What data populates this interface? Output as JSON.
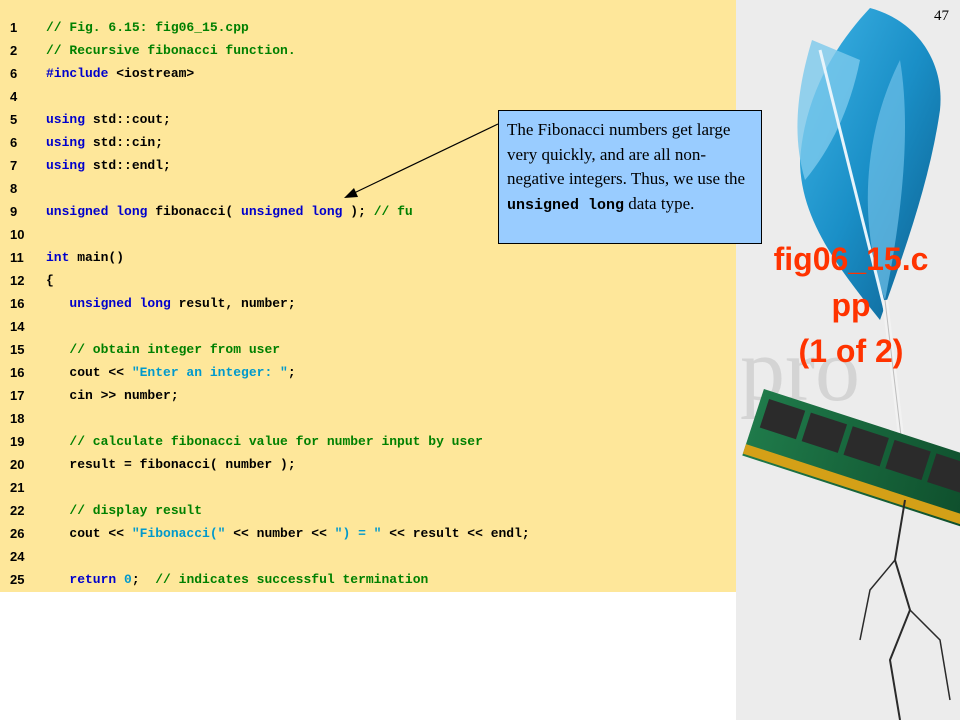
{
  "slide": {
    "number": "47",
    "side_title": {
      "line1": "fig06_15.c",
      "line2": "pp",
      "line3": "(1 of 2)"
    }
  },
  "callout": {
    "text_1": "The Fibonacci numbers get large very quickly, and are all non-negative integers. Thus, we use the ",
    "code": "unsigned long",
    "text_2": " data type."
  },
  "code_lines": [
    {
      "n": "1",
      "tokens": [
        {
          "t": "cm",
          "v": "// Fig. 6.15: fig06_15.cpp"
        }
      ]
    },
    {
      "n": "2",
      "tokens": [
        {
          "t": "cm",
          "v": "// Recursive fibonacci function."
        }
      ]
    },
    {
      "n": "6",
      "tokens": [
        {
          "t": "pp",
          "v": "#include"
        },
        {
          "t": "tx",
          "v": " <iostream>"
        }
      ]
    },
    {
      "n": "4",
      "tokens": []
    },
    {
      "n": "5",
      "tokens": [
        {
          "t": "kw",
          "v": "using"
        },
        {
          "t": "tx",
          "v": " std::cout;"
        }
      ]
    },
    {
      "n": "6",
      "tokens": [
        {
          "t": "kw",
          "v": "using"
        },
        {
          "t": "tx",
          "v": " std::cin;"
        }
      ]
    },
    {
      "n": "7",
      "tokens": [
        {
          "t": "kw",
          "v": "using"
        },
        {
          "t": "tx",
          "v": " std::endl;"
        }
      ]
    },
    {
      "n": "8",
      "tokens": []
    },
    {
      "n": "9",
      "tokens": [
        {
          "t": "kw",
          "v": "unsigned long"
        },
        {
          "t": "tx",
          "v": " fibonacci( "
        },
        {
          "t": "kw",
          "v": "unsigned long"
        },
        {
          "t": "tx",
          "v": " ); "
        },
        {
          "t": "cm",
          "v": "// fu"
        }
      ]
    },
    {
      "n": "10",
      "tokens": []
    },
    {
      "n": "11",
      "tokens": [
        {
          "t": "kw",
          "v": "int"
        },
        {
          "t": "tx",
          "v": " main()"
        }
      ]
    },
    {
      "n": "12",
      "tokens": [
        {
          "t": "tx",
          "v": "{"
        }
      ]
    },
    {
      "n": "16",
      "tokens": [
        {
          "t": "tx",
          "v": "   "
        },
        {
          "t": "kw",
          "v": "unsigned long"
        },
        {
          "t": "tx",
          "v": " result, number;"
        }
      ]
    },
    {
      "n": "14",
      "tokens": []
    },
    {
      "n": "15",
      "tokens": [
        {
          "t": "tx",
          "v": "   "
        },
        {
          "t": "cm",
          "v": "// obtain integer from user"
        }
      ]
    },
    {
      "n": "16",
      "tokens": [
        {
          "t": "tx",
          "v": "   cout << "
        },
        {
          "t": "st",
          "v": "\"Enter an integer: \""
        },
        {
          "t": "tx",
          "v": ";"
        }
      ]
    },
    {
      "n": "17",
      "tokens": [
        {
          "t": "tx",
          "v": "   cin >> number;"
        }
      ]
    },
    {
      "n": "18",
      "tokens": []
    },
    {
      "n": "19",
      "tokens": [
        {
          "t": "tx",
          "v": "   "
        },
        {
          "t": "cm",
          "v": "// calculate fibonacci value for number input by user"
        }
      ]
    },
    {
      "n": "20",
      "tokens": [
        {
          "t": "tx",
          "v": "   result = fibonacci( number );"
        }
      ]
    },
    {
      "n": "21",
      "tokens": []
    },
    {
      "n": "22",
      "tokens": [
        {
          "t": "tx",
          "v": "   "
        },
        {
          "t": "cm",
          "v": "// display result"
        }
      ]
    },
    {
      "n": "26",
      "tokens": [
        {
          "t": "tx",
          "v": "   cout << "
        },
        {
          "t": "st",
          "v": "\"Fibonacci(\""
        },
        {
          "t": "tx",
          "v": " << number << "
        },
        {
          "t": "st",
          "v": "\") = \""
        },
        {
          "t": "tx",
          "v": " << result << endl;"
        }
      ]
    },
    {
      "n": "24",
      "tokens": []
    },
    {
      "n": "25",
      "tokens": [
        {
          "t": "tx",
          "v": "   "
        },
        {
          "t": "kw",
          "v": "return"
        },
        {
          "t": "tx",
          "v": " "
        },
        {
          "t": "nm",
          "v": "0"
        },
        {
          "t": "tx",
          "v": ";  "
        },
        {
          "t": "cm",
          "v": "// indicates successful termination"
        }
      ]
    }
  ],
  "colors": {
    "code_background": "#fee79a",
    "callout_background": "#99ccff",
    "keyword": "#0000cc",
    "comment": "#008000",
    "string": "#0099cc",
    "side_title": "#ff3300"
  },
  "icons": {
    "decor": "feather-quill-and-circuit-board-illustration",
    "pointer": "callout-arrow"
  }
}
